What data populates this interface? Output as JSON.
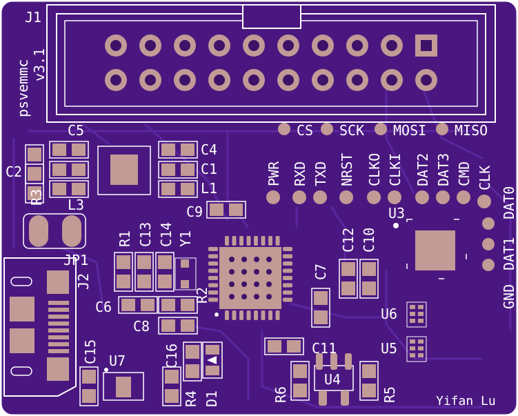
{
  "colors": {
    "soldermask": "#4a1780",
    "soldermask_dark": "#3d1268",
    "trace": "#5b24a0",
    "silkscreen": "#ffffff",
    "pad": "#c29a96",
    "board_edge": "#ffffff"
  },
  "header": {
    "ref": "J1",
    "board_name": "psvemmc",
    "version": "v3.1"
  },
  "test_points_top": [
    "CS",
    "SCK",
    "MOSI",
    "MISO"
  ],
  "test_points_row": [
    "PWR",
    "RXD",
    "TXD",
    "NRST",
    "CLKO",
    "CLKI",
    "DAT2",
    "DAT3",
    "CMD",
    "CLK"
  ],
  "test_points_right": [
    "DAT0",
    "DAT1",
    "GND"
  ],
  "components": {
    "c5": "C5",
    "c4": "C4",
    "c1": "C1",
    "l1": "L1",
    "c2": "C2",
    "r3": "R3",
    "l3": "L3",
    "c9": "C9",
    "jp1": "JP1",
    "j2": "J2",
    "r1": "R1",
    "c13": "C13",
    "c14": "C14",
    "y1": "Y1",
    "r2": "R2",
    "c6": "C6",
    "c8": "C8",
    "c12": "C12",
    "c10": "C10",
    "c7": "C7",
    "u3": "U3",
    "u6": "U6",
    "u5": "U5",
    "c11": "C11",
    "c15": "C15",
    "c16": "C16",
    "u7": "U7",
    "r4": "R4",
    "d1": "D1",
    "r6": "R6",
    "u4": "U4",
    "r5": "R5"
  },
  "author": "Yifan Lu"
}
